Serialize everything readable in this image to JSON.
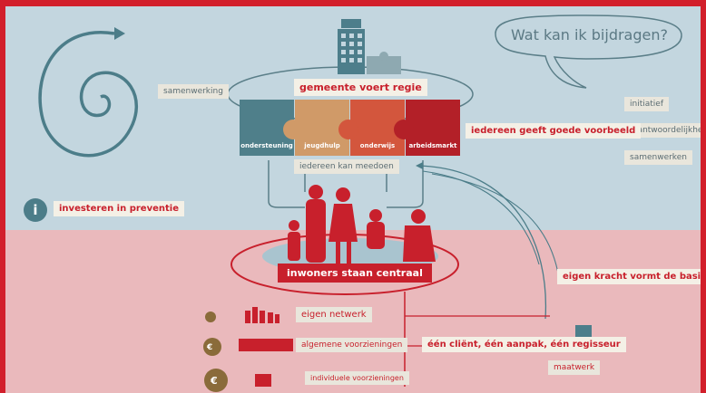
{
  "labels": {
    "samenwerking": "samenwerking",
    "gemeente": "gemeente voert regie",
    "bubble": "Wat kan ik bijdragen?",
    "initiatief": "initiatief",
    "verantwoordelijkheid": "verantwoordelijkheid",
    "samenwerken": "samenwerken",
    "voorbeeld": "iedereen geeft goede voorbeeld",
    "meedoen": "iedereen kan meedoen",
    "investeren": "investeren in preventie",
    "inwoners": "inwoners staan centraal",
    "eigen_kracht": "eigen kracht vormt de basis",
    "eigen_netwerk": "eigen netwerk",
    "algemene": "algemene voorzieningen",
    "individuele": "individuele voorzieningen",
    "client": "één cliënt, één aanpak, één regisseur",
    "maatwerk": "maatwerk"
  },
  "puzzle": [
    {
      "label": "ondersteuning",
      "color": "#4f7f8a"
    },
    {
      "label": "jeugdhulp",
      "color": "#d09a68"
    },
    {
      "label": "onderwijs",
      "color": "#d3563d"
    },
    {
      "label": "arbeidsmarkt",
      "color": "#b32028"
    }
  ],
  "icons": {
    "info": "i",
    "euro": "€"
  }
}
